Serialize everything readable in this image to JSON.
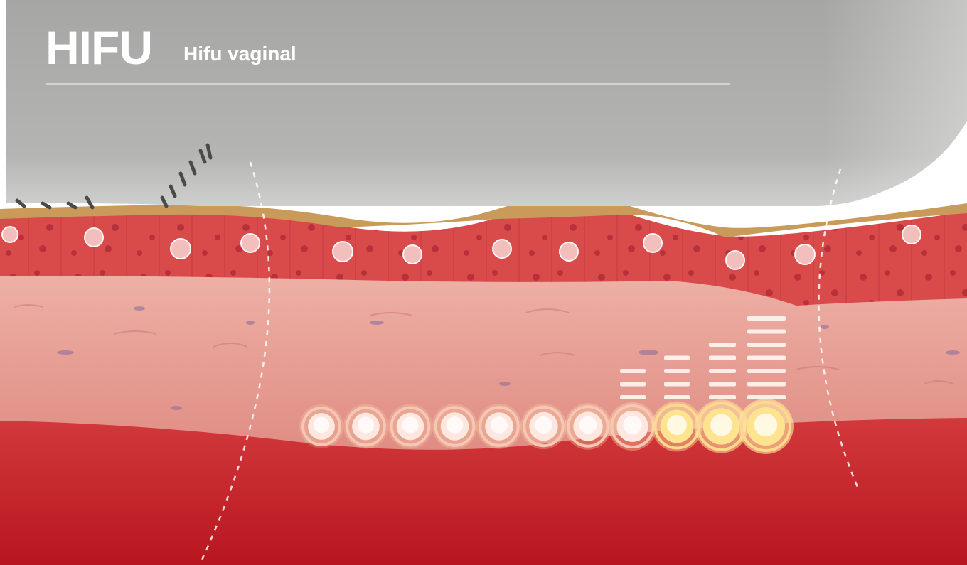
{
  "header": {
    "title": "HIFU",
    "subtitle": "Hifu vaginal"
  },
  "colors": {
    "probe": "#a9aaa8",
    "probe_highlight": "#d2d3d1",
    "header_text": "#ffffff",
    "surface_layer": "#c99a5a",
    "epithelium": "#d9534f",
    "dermis": "#e9a59c",
    "deep_tissue": "#c9252b",
    "focal_glow": "#ffe9a8"
  },
  "icons": {
    "focal_point": "glowing-circle-icon",
    "energy_bar": "stacked-bars-icon"
  },
  "focal_points": {
    "count": 11,
    "intensity": [
      0.1,
      0.15,
      0.15,
      0.2,
      0.2,
      0.25,
      0.3,
      0.45,
      0.6,
      0.85,
      1.0
    ]
  },
  "energy_bars": {
    "stack_levels": [
      3,
      4,
      5,
      7
    ]
  }
}
